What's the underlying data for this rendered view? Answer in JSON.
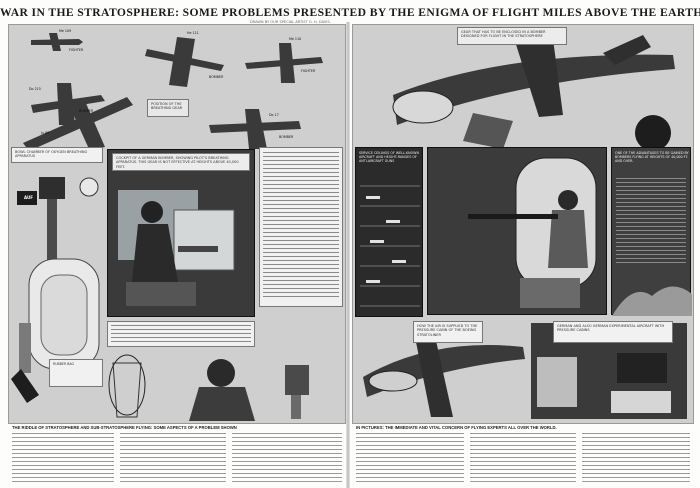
{
  "title": "WAR IN THE STRATOSPHERE: SOME PROBLEMS PRESENTED BY THE ENIGMA OF FLIGHT MILES ABOVE THE EARTH.",
  "byline": "DRAWN BY OUR SPECIAL ARTIST G. H. DAVIS.",
  "left": {
    "aircraft": [
      {
        "name": "Me 109",
        "role": "FIGHTER"
      },
      {
        "name": "He 111",
        "role": "BOMBER"
      },
      {
        "name": "Me 110",
        "role": "FIGHTER"
      },
      {
        "name": "Do 215",
        "role": "BOMBER"
      },
      {
        "name": "Ju 88",
        "role": "BOMBER"
      },
      {
        "name": "Do 17",
        "role": "BOMBER"
      }
    ],
    "tank_label": "BOWL CHAMBER OF OXYGEN BREATHING APPARATUS",
    "auf_label": "AUF",
    "cockpit_caption": "COCKPIT OF A GERMAN BOMBER, SHOWING PILOT'S BREATHING APPARATUS. THIS GEAR IS NOT EFFECTIVE AT HEIGHTS ABOVE 40,000 FEET.",
    "position_note": "POSITION OF THE BREATHING GEAR",
    "bag_note": "RUBBER BAG",
    "caption": "THE RIDDLE OF STRATOSPHERE AND SUB-STRATOSPHERE FLYING: SOME ASPECTS OF A PROBLEM SHOWN"
  },
  "right": {
    "plane_note": "GEAR THAT HAS TO BE ENCLOSED IN A BOMBER DESIGNED FOR FLIGHT IN THE STRATOSPHERE",
    "service_ceiling": "SERVICE CEILINGS OF WELL-KNOWN AIRCRAFT AND HEIGHT-RANGES OF ANTI-AIRCRAFT GUNS",
    "gunner_note": "ONE OF THE ADVANTAGES TO BE GAINED BY BOMBERS FLYING AT HEIGHTS OF 40,000 FT. AND OVER.",
    "pressure_note": "HOW THE AIR IS SUPPLIED TO THE PRESSURE CABIN OF THE BOEING STRATOLINER",
    "cabin_note": "GERMAN AND ALSO GERMAN EXPERIMENTAL AIRCRAFT WITH PRESSURE CABINS",
    "caption": "IN PICTURES: THE IMMEDIATE AND VITAL CONCERN OF FLYING EXPERTS ALL OVER THE WORLD."
  }
}
